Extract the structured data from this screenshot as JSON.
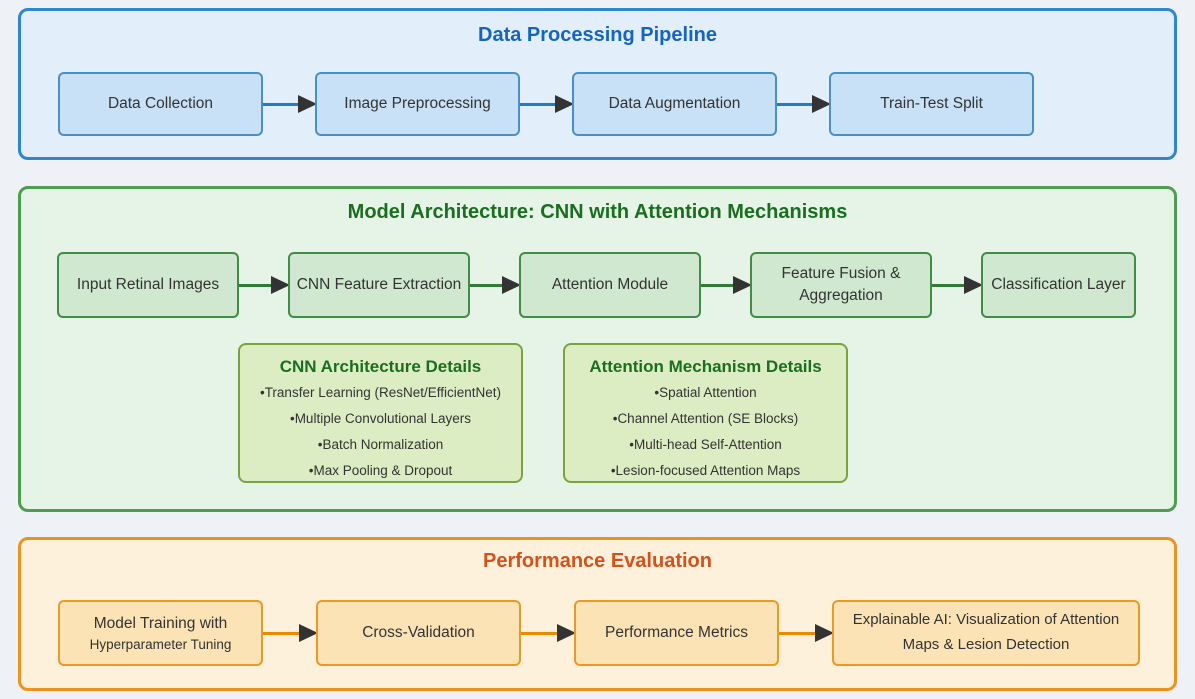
{
  "pipeline": {
    "title": "Data Processing Pipeline",
    "nodes": [
      "Data Collection",
      "Image Preprocessing",
      "Data Augmentation",
      "Train-Test Split"
    ]
  },
  "architecture": {
    "title": "Model Architecture: CNN with Attention Mechanisms",
    "nodes": [
      "Input Retinal Images",
      "CNN Feature Extraction",
      "Attention Module",
      "Feature Fusion & Aggregation",
      "Classification Layer"
    ],
    "details": [
      {
        "title": "CNN Architecture Details",
        "items": [
          "Transfer Learning (ResNet/EfficientNet)",
          "Multiple Convolutional Layers",
          "Batch Normalization",
          "Max Pooling & Dropout"
        ]
      },
      {
        "title": "Attention Mechanism Details",
        "items": [
          "Spatial Attention",
          "Channel Attention (SE Blocks)",
          "Multi-head Self-Attention",
          "Lesion-focused Attention Maps"
        ]
      }
    ]
  },
  "evaluation": {
    "title": "Performance Evaluation",
    "nodes": [
      {
        "label": "Model Training with",
        "sublabel": "Hyperparameter Tuning"
      },
      {
        "label": "Cross-Validation"
      },
      {
        "label": "Performance Metrics"
      },
      {
        "label": "Explainable AI: Visualization of Attention Maps & Lesion Detection"
      }
    ]
  },
  "colors": {
    "page_background": "#eef2f7",
    "blue_section_bg": "#e2eefa",
    "blue_accent": "#2e86d0",
    "blue_title": "#1565c0",
    "blue_node_bg": "#c8e1f7",
    "green_section_bg": "#e6f3e7",
    "green_accent": "#4d9e50",
    "green_title": "#1b6e20",
    "green_node_bg": "#cfe8cf",
    "detail_box_bg": "#dcedc3",
    "orange_section_bg": "#fdf1dc",
    "orange_accent": "#e8941f",
    "orange_title": "#d6511a",
    "orange_node_bg": "#fbe3b6",
    "arrowhead": "#333333"
  }
}
